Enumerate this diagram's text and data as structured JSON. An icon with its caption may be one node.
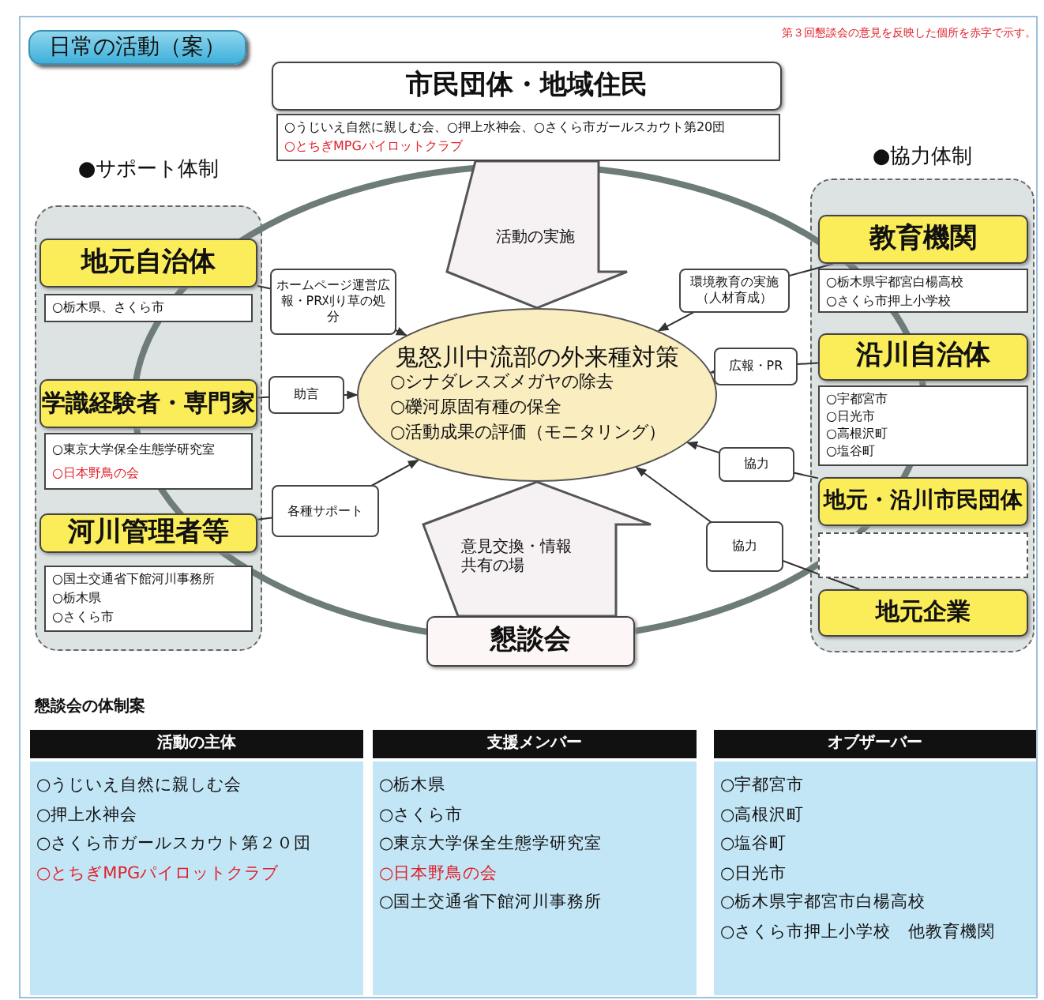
{
  "diagram": {
    "title": "日常の活動（案）",
    "nodes": [
      {
        "text": [
          "市民団体・地域住民"
        ]
      },
      {
        "text": [
          "○うじいえ自然に親しむ会、○押上水神会、○さくら市ガールスカウト第20団",
          "○とちぎMPGパイロットクラブ"
        ]
      },
      {
        "text": [
          "●サポート体制"
        ]
      },
      {
        "text": [
          "地元自治体"
        ],
        "in": 2
      },
      {
        "text": [
          "○栃木県、さくら市"
        ],
        "in": 2
      },
      {
        "text": [
          "学識経験者・専門家"
        ],
        "in": 2
      },
      {
        "text": [
          "○東京大学保全生態学研究室",
          "○日本野鳥の会"
        ],
        "in": 2
      },
      {
        "text": [
          "河川管理者等"
        ],
        "in": 2
      },
      {
        "text": [
          "○国土交通省下館河川事務所",
          "○栃木県",
          "○さくら市"
        ],
        "in": 2
      },
      {
        "text": [
          "●協力体制"
        ]
      },
      {
        "text": [
          "教育機関"
        ],
        "in": 9
      },
      {
        "text": [
          "○栃木県宇都宮白楊高校",
          "○さくら市押上小学校"
        ],
        "in": 9
      },
      {
        "text": [
          "沿川自治体"
        ],
        "in": 9
      },
      {
        "text": [
          "○宇都宮市",
          "○日光市",
          "○高根沢町",
          "○塩谷町"
        ],
        "in": 9
      },
      {
        "text": [
          "地元・沿川市民団体"
        ],
        "in": 9
      },
      {
        "text": [],
        "shape": "box",
        "in": 9
      },
      {
        "text": [
          "地元企業"
        ],
        "in": 9
      },
      {
        "text": [
          "鬼怒川中流部の外来種対策",
          "○シナダレスズメガヤの除去",
          "○礫河原固有種の保全",
          "○活動成果の評価（モニタリング）"
        ]
      },
      {
        "text": [
          "懇談会"
        ]
      }
    ],
    "edges": [
      {
        "from": 1,
        "to": 17,
        "arrow": "to",
        "label": "活動の実施",
        "style": "thick"
      },
      {
        "from": 18,
        "to": 17,
        "arrow": "to",
        "label": "意見交換・情報共有の場",
        "style": "thick"
      },
      {
        "from": 3,
        "to": 17,
        "arrow": "to",
        "label": "ホームページ運営広報・PR刈り草の処分"
      },
      {
        "from": 5,
        "to": 17,
        "arrow": "to",
        "label": "助言"
      },
      {
        "from": 7,
        "to": 17,
        "arrow": "to",
        "label": "各種サポート"
      },
      {
        "from": 10,
        "to": 17,
        "arrow": "to",
        "label": "環境教育の実施（人材育成）"
      },
      {
        "from": 12,
        "to": 17,
        "arrow": "to",
        "label": "広報・PR"
      },
      {
        "from": 14,
        "to": 17,
        "arrow": "to",
        "label": "協力"
      },
      {
        "from": 16,
        "to": 17,
        "arrow": "to",
        "label": "協力"
      }
    ],
    "labels": [
      "第３回懇談会の意見を反映した個所を赤字で示す。",
      "懇談会の体制案",
      "活動の主体",
      "支援メンバー",
      "オブザーバー",
      "○うじいえ自然に親しむ会",
      "○押上水神会",
      "○さくら市ガールスカウト第２０団",
      "○とちぎMPGパイロットクラブ",
      "○栃木県",
      "○さくら市",
      "○東京大学保全生態学研究室",
      "○日本野鳥の会",
      "○国土交通省下館河川事務所",
      "○宇都宮市",
      "○高根沢町",
      "○塩谷町",
      "○日光市",
      "○栃木県宇都宮市白楊高校",
      "○さくら市押上小学校　他教育機関"
    ]
  }
}
